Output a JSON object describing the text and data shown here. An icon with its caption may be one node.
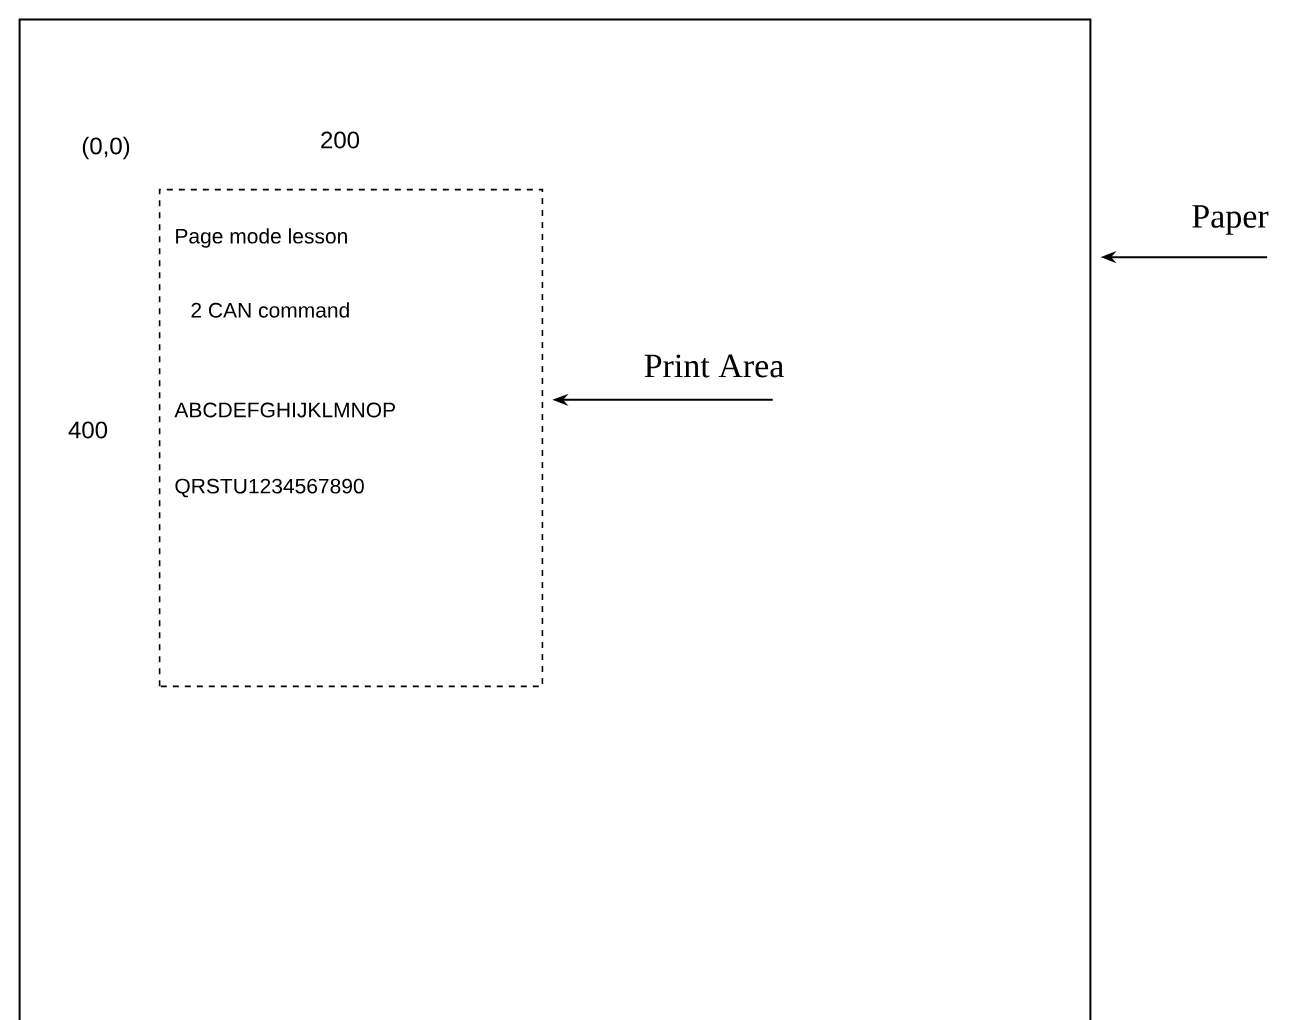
{
  "diagram": {
    "nodes": [
      {
        "text": [],
        "shape": "box"
      },
      {
        "text": [
          "Page mode lesson",
          "2 CAN command",
          "ABCDEFGHIJKLMNOP",
          "QRSTU1234567890"
        ],
        "in": 0
      },
      {
        "text": [
          "Print Area"
        ],
        "in": 0
      },
      {
        "text": [
          "Paper"
        ]
      }
    ],
    "edges": [
      {
        "from": 2,
        "to": 1,
        "arrow": "to"
      },
      {
        "from": 3,
        "to": 0,
        "arrow": "to"
      }
    ],
    "labels": [
      "(0,0)",
      "200",
      "400"
    ]
  }
}
